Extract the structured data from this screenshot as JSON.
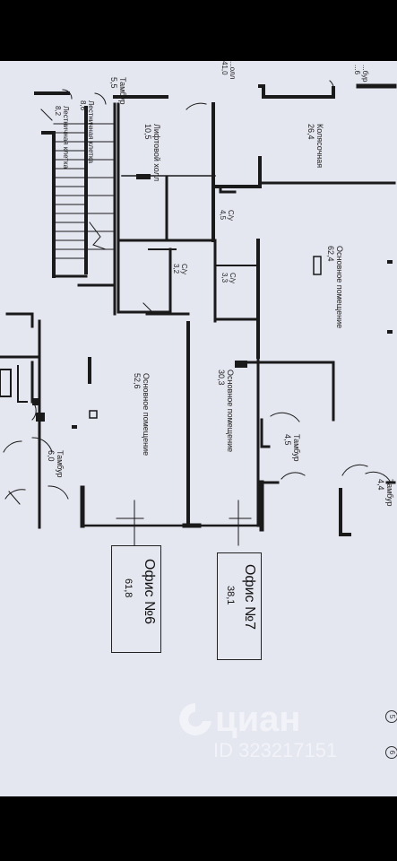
{
  "rooms": {
    "tambur_top_left": "Тамбур",
    "tambur_top_left_area": "5,5",
    "stairs_label": "Лестничная клетка",
    "stairs_area": "8,6",
    "stairs_left_label": "Лестничная клетка",
    "stairs_left_area": "8,2",
    "lift_label": "Лифтовой холл",
    "lift_area": "10,5",
    "kolyasochnaya_label": "Колясочная",
    "kolyasochnaya_area": "26,4",
    "top_partial_label": "...олл",
    "top_partial_area": "41,0",
    "top_right_label": "...бур",
    "top_right_area": "...6",
    "su1_label": "С/у",
    "su1_area": "4,5",
    "su2_label": "С/у",
    "su2_area": "3,2",
    "su3_label": "С/у",
    "su3_area": "3,3",
    "main_right_label": "Основное помещение",
    "main_right_area": "62,4",
    "main6_label": "Основное помещение",
    "main6_area": "52,6",
    "main7_label": "Основное помещение",
    "main7_area": "30,3",
    "tambur_left_label": "Тамбур",
    "tambur_left_area": "6,0",
    "tambur_mid_label": "Тамбур",
    "tambur_mid_area": "4,5",
    "tambur_right_label": "Тамбур",
    "tambur_right_area": "4,4"
  },
  "offices": [
    {
      "title": "Офис №6",
      "area": "61,8"
    },
    {
      "title": "Офис №7",
      "area": "38,1"
    }
  ],
  "circles": [
    "5",
    "6"
  ],
  "watermark": {
    "brand": "циан",
    "id": "ID 323217151"
  }
}
